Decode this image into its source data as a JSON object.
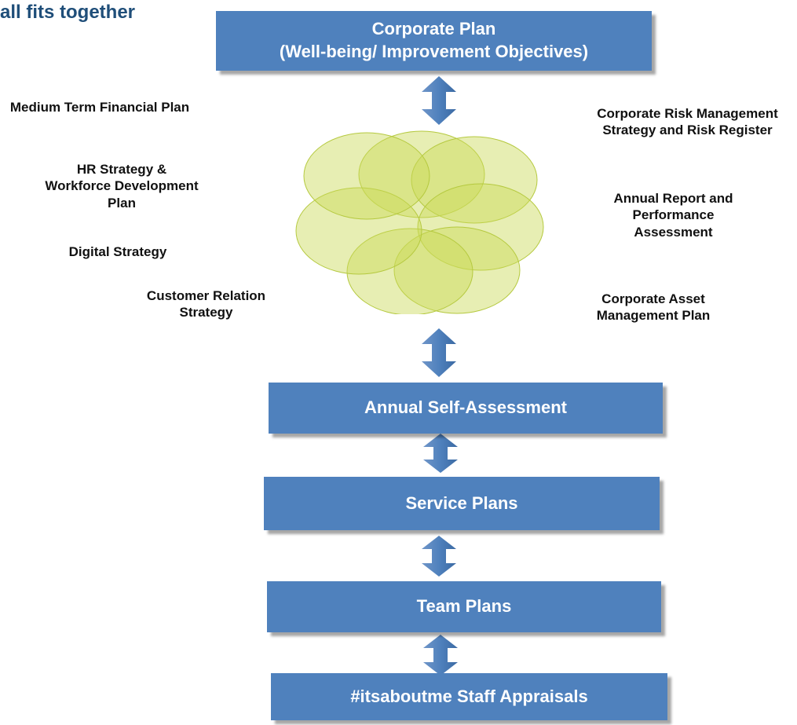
{
  "heading": "all fits together",
  "boxes": {
    "corporate_plan": "Corporate Plan\n(Well-being/ Improvement Objectives)",
    "self_assessment": "Annual Self-Assessment",
    "service_plans": "Service Plans",
    "team_plans": "Team Plans",
    "staff_appraisals": "#itsaboutme Staff Appraisals"
  },
  "left_labels": {
    "mtfp": "Medium Term Financial Plan",
    "hr": "HR Strategy & Workforce Development Plan",
    "digital": "Digital Strategy",
    "customer": "Customer Relation Strategy"
  },
  "right_labels": {
    "risk": "Corporate Risk Management Strategy and Risk Register",
    "annual_report": "Annual Report and Performance Assessment",
    "asset": "Corporate Asset Management Plan"
  },
  "colors": {
    "box_fill": "#4f81bd",
    "heading": "#1f4e79",
    "petal_fill": "#c9d957",
    "petal_stroke": "#b5c93f"
  }
}
